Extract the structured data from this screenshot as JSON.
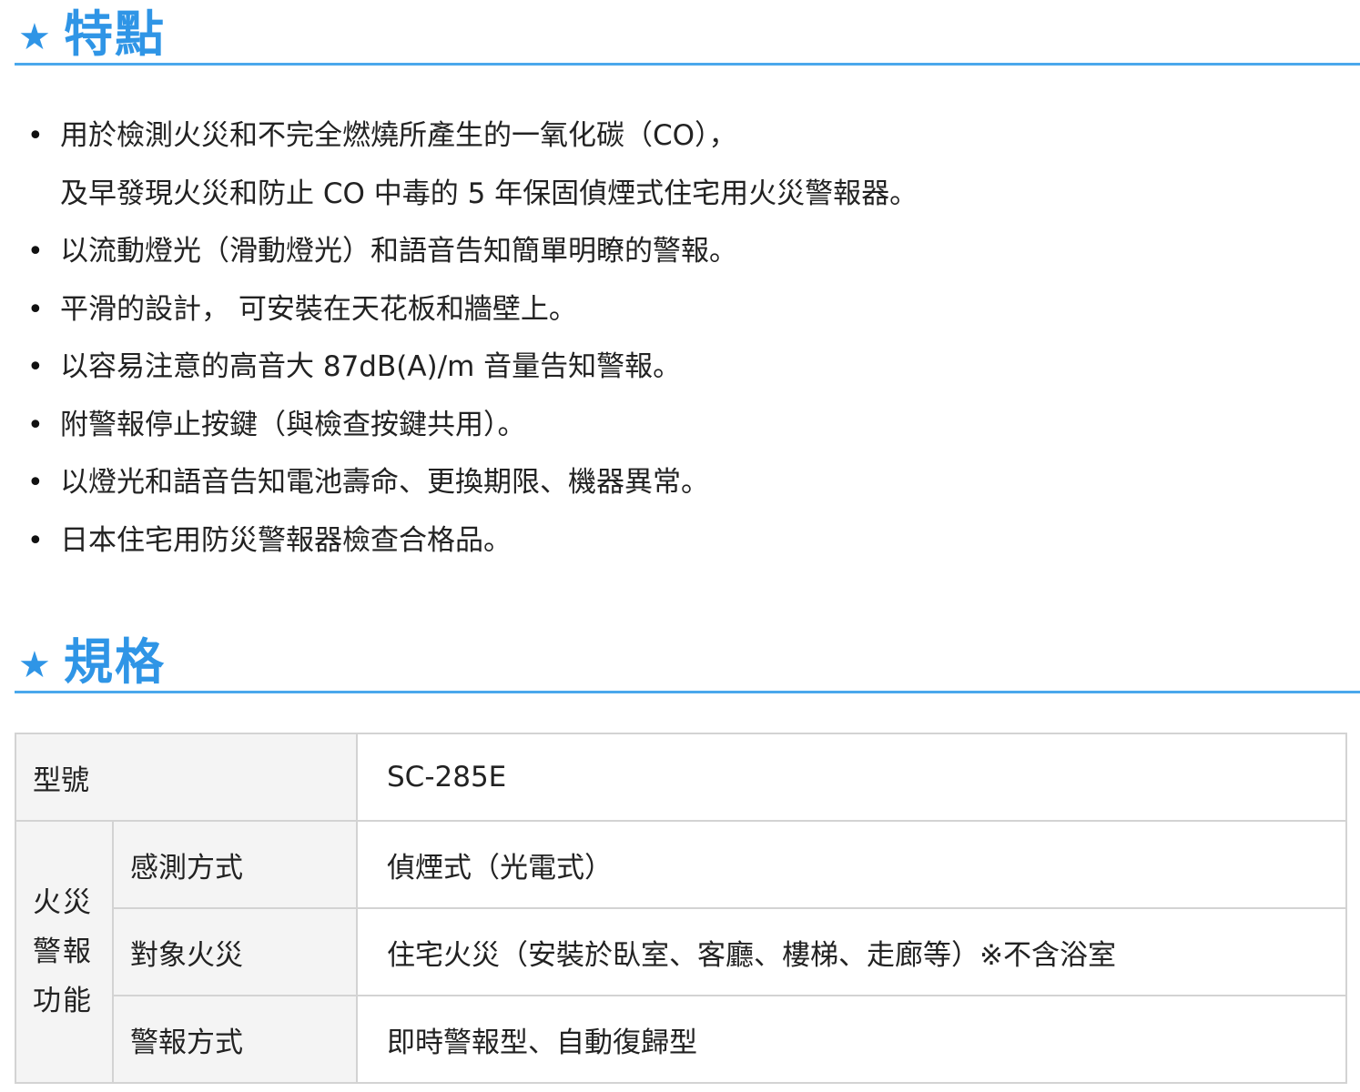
{
  "features": {
    "star": "★",
    "heading": "特點",
    "bullet": "•",
    "items": [
      {
        "lines": [
          "用於檢測火災和不完全燃燒所產生的一氧化碳（CO），",
          "及早發現火災和防止 CO 中毒的 5 年保固偵煙式住宅用火災警報器。"
        ]
      },
      {
        "lines": [
          "以流動燈光（滑動燈光）和語音告知簡單明瞭的警報。"
        ]
      },
      {
        "lines": [
          "平滑的設計， 可安裝在天花板和牆壁上。"
        ]
      },
      {
        "lines": [
          "以容易注意的高音大 87dB(A)/m 音量告知警報。"
        ]
      },
      {
        "lines": [
          "附警報停止按鍵（與檢查按鍵共用）。"
        ]
      },
      {
        "lines": [
          "以燈光和語音告知電池壽命、更換期限、機器異常。"
        ]
      },
      {
        "lines": [
          "日本住宅用防災警報器檢查合格品。"
        ]
      }
    ]
  },
  "specs": {
    "star": "★",
    "heading": "規格",
    "model_label": "型號",
    "model_value": "SC-285E",
    "fire_group_label": "火災警報功能",
    "rows": [
      {
        "label": "感測方式",
        "value": "偵煙式（光電式）"
      },
      {
        "label": "對象火災",
        "value": "住宅火災（安裝於臥室、客廳、樓梯、走廊等）※不含浴室"
      },
      {
        "label": "警報方式",
        "value": "即時警報型、自動復歸型"
      }
    ]
  },
  "colors": {
    "accent": "#2f95e6",
    "rule": "#4aa8ec",
    "table_border": "#d3d3d3",
    "table_head_bg": "#f4f4f4"
  }
}
